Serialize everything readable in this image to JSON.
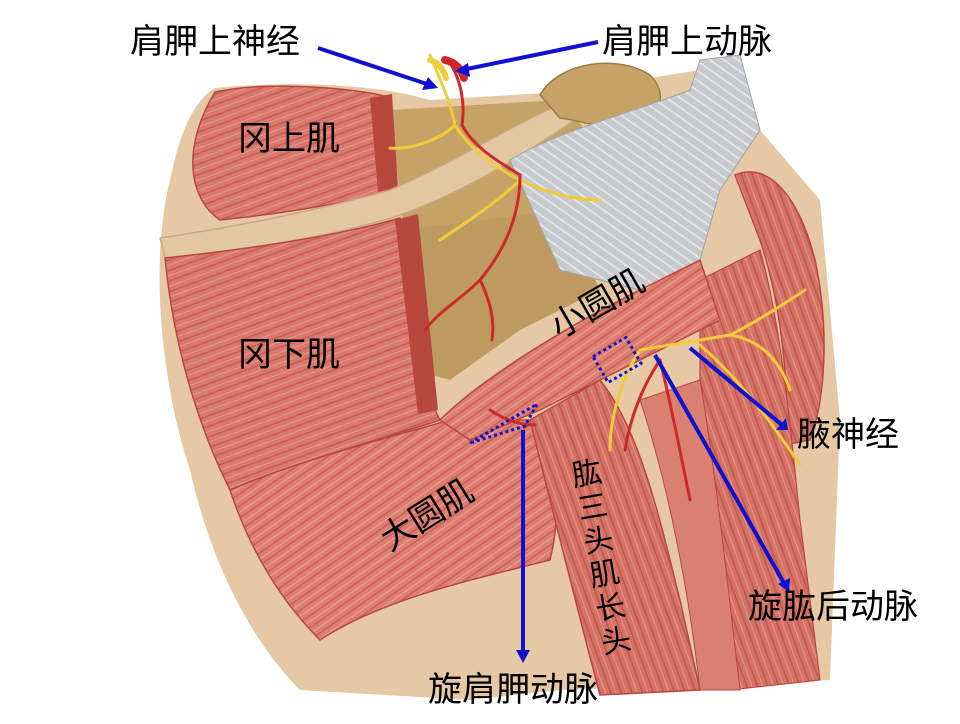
{
  "labels": {
    "suprascapular_nerve": "肩胛上神经",
    "suprascapular_artery": "肩胛上动脉",
    "supraspinatus": "冈上肌",
    "infraspinatus": "冈下肌",
    "teres_minor": "小圆肌",
    "axillary_nerve": "腋神经",
    "teres_major": "大圆肌",
    "triceps_long_head": "肱三头肌长头",
    "posterior_circumflex_humeral_artery": "旋肱后动脉",
    "circumflex_scapular_artery": "旋肩胛动脉"
  },
  "colors": {
    "pointer": "#1010d0",
    "muscle": "#d9786c",
    "muscle_dark": "#b8473e",
    "fascia": "#e6c9a4",
    "bone": "#c7a267",
    "tendon": "#c9cdd0",
    "nerve": "#f0cc3a",
    "artery": "#cc2a2a"
  }
}
